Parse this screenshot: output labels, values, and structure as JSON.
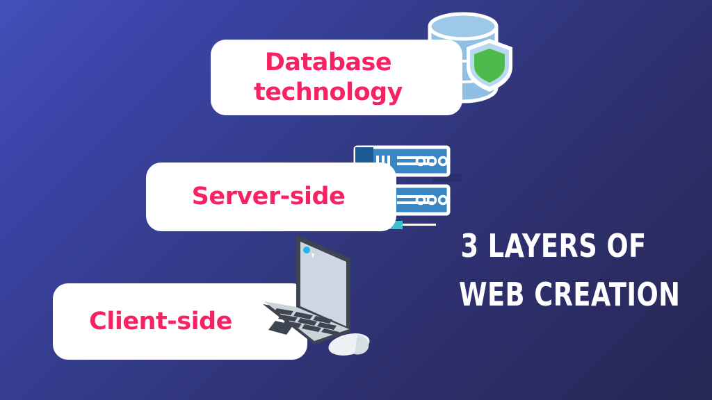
{
  "background": {
    "gradient_from": "#4450b8",
    "gradient_to": "#262753",
    "direction": "135deg"
  },
  "headline": {
    "line1": "3 Layers of",
    "line2": "Web Creation",
    "color": "#ffffff"
  },
  "accent_color": "#f72261",
  "card_color": "#ffffff",
  "cards": [
    {
      "id": "database",
      "label": "Database technology",
      "label_line1": "Database",
      "label_line2": "technology",
      "icon": "database-shield-icon"
    },
    {
      "id": "server",
      "label": "Server-side",
      "icon": "server-rack-icon"
    },
    {
      "id": "client",
      "label": "Client-side",
      "icon": "laptop-icon"
    }
  ],
  "illustrations": {
    "database": {
      "name": "database-shield-icon",
      "cylinder_color": "#8fc0e3",
      "cylinder_shade": "#7fb3db",
      "outline_color": "#ffffff",
      "shield_color": "#4cbb4c",
      "shield_outline": "#b9d9ef"
    },
    "servers": {
      "name": "server-rack-icon",
      "body_color": "#3887c4",
      "panel_color": "#1b5a94",
      "outline_color": "#ffffff",
      "glyph_color": "#ffffff",
      "cable_color": "#3fc0cf",
      "count": 2
    },
    "laptop": {
      "name": "laptop-icon",
      "bezel_color": "#3e4450",
      "screen_color": "#ccd7e2",
      "body_color": "#c9d3da",
      "key_color": "#3e4450",
      "dot_color": "#21b6e8"
    },
    "mouse": {
      "name": "mouse-icon",
      "body_color": "#eef1f4",
      "shade_color": "#d6dde3"
    }
  }
}
